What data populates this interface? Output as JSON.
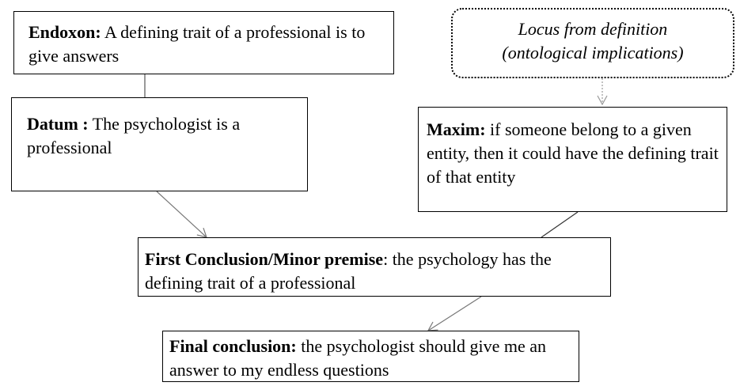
{
  "endoxon": {
    "label": "Endoxon:",
    "text": " A defining trait of a professional is to give answers"
  },
  "datum": {
    "label": "Datum :",
    "text": " The psychologist is a professional"
  },
  "locus": {
    "line1": "Locus from definition",
    "line2": "(ontological implications)"
  },
  "maxim": {
    "label": "Maxim:",
    "text": " if someone belong to a given entity, then it could have the defining trait of that entity"
  },
  "first_conclusion": {
    "label": "First Conclusion/Minor premise",
    "text": ": the psychology has the defining trait of a professional"
  },
  "final_conclusion": {
    "label": "Final conclusion:",
    "text": " the psychologist should give me an answer to my endless questions"
  }
}
